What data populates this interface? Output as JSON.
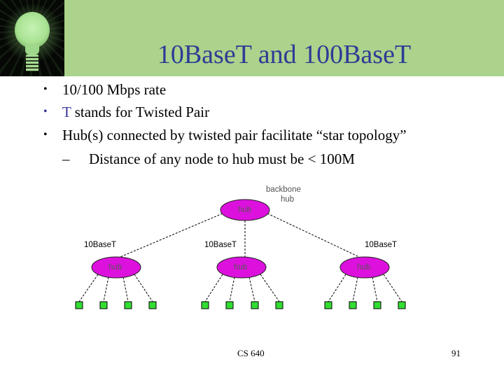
{
  "slide": {
    "title": "10BaseT and 100BaseT",
    "colors": {
      "header_band": "#abd38b",
      "title_text": "#2e3b96",
      "accent_text": "#333399",
      "hub_fill": "#dd11dd",
      "node_fill": "#33dd33"
    },
    "bullets": [
      {
        "text": "10/100 Mbps rate",
        "level": 1,
        "bullet": "•"
      },
      {
        "accent": "T",
        "text": " stands for Twisted Pair",
        "level": 1,
        "bullet": "•"
      },
      {
        "text": "Hub(s) connected by twisted pair facilitate “star topology”",
        "level": 1,
        "bullet": "•"
      },
      {
        "text": "Distance of any node to hub must be < 100M",
        "level": 2,
        "bullet": "–"
      }
    ],
    "diagram": {
      "backbone": {
        "label": "hub",
        "caption_line1": "backbone",
        "caption_line2": "hub"
      },
      "segments": [
        {
          "label": "10BaseT",
          "hub_label": "hub",
          "node_count": 4
        },
        {
          "label": "10BaseT",
          "hub_label": "hub",
          "node_count": 4
        },
        {
          "label": "10BaseT",
          "hub_label": "hub",
          "node_count": 4
        }
      ]
    },
    "footer": {
      "course": "CS 640",
      "page_number": "91"
    }
  }
}
